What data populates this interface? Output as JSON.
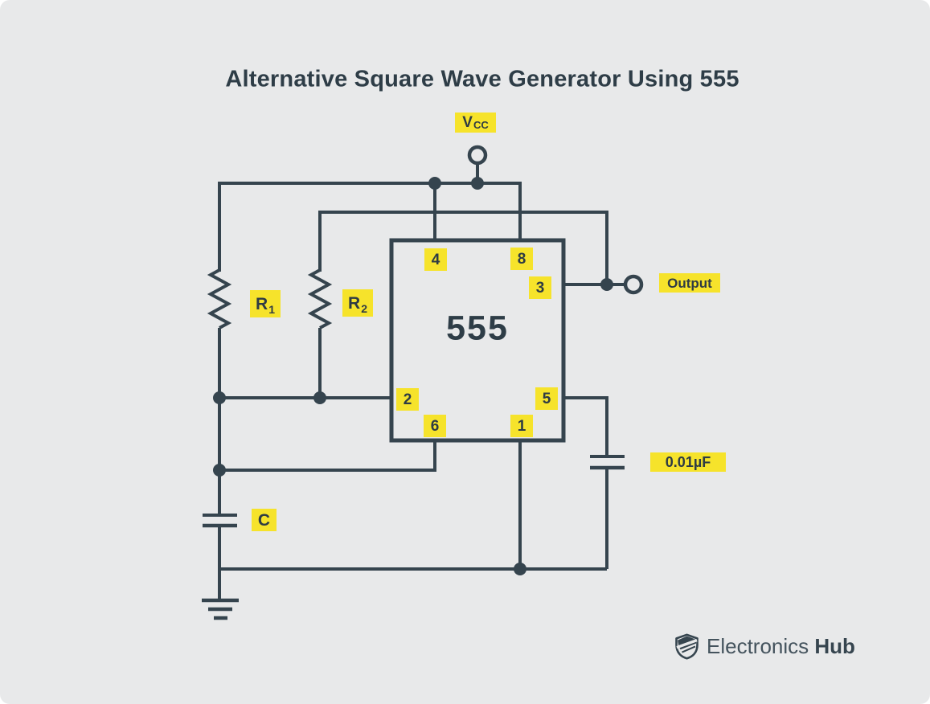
{
  "title": "Alternative Square Wave Generator Using 555",
  "colors": {
    "background": "#E8E9EA",
    "ink": "#35444E",
    "highlight_yellow": "#F6E32B"
  },
  "circuit": {
    "ic_label": "555",
    "pins": [
      {
        "number": "4"
      },
      {
        "number": "8"
      },
      {
        "number": "3"
      },
      {
        "number": "2"
      },
      {
        "number": "6"
      },
      {
        "number": "5"
      },
      {
        "number": "1"
      }
    ],
    "labels": {
      "vcc": {
        "text": "V",
        "sub": "CC"
      },
      "r1": {
        "text": "R",
        "sub": "1"
      },
      "r2": {
        "text": "R",
        "sub": "2"
      },
      "c": {
        "text": "C"
      },
      "output": {
        "text": "Output"
      },
      "bypass_capacitor": {
        "text": "0.01µF"
      }
    }
  },
  "footer": {
    "logo_icon": "shield-icon",
    "brand_regular": "Electronics",
    "brand_bold": "Hub"
  }
}
